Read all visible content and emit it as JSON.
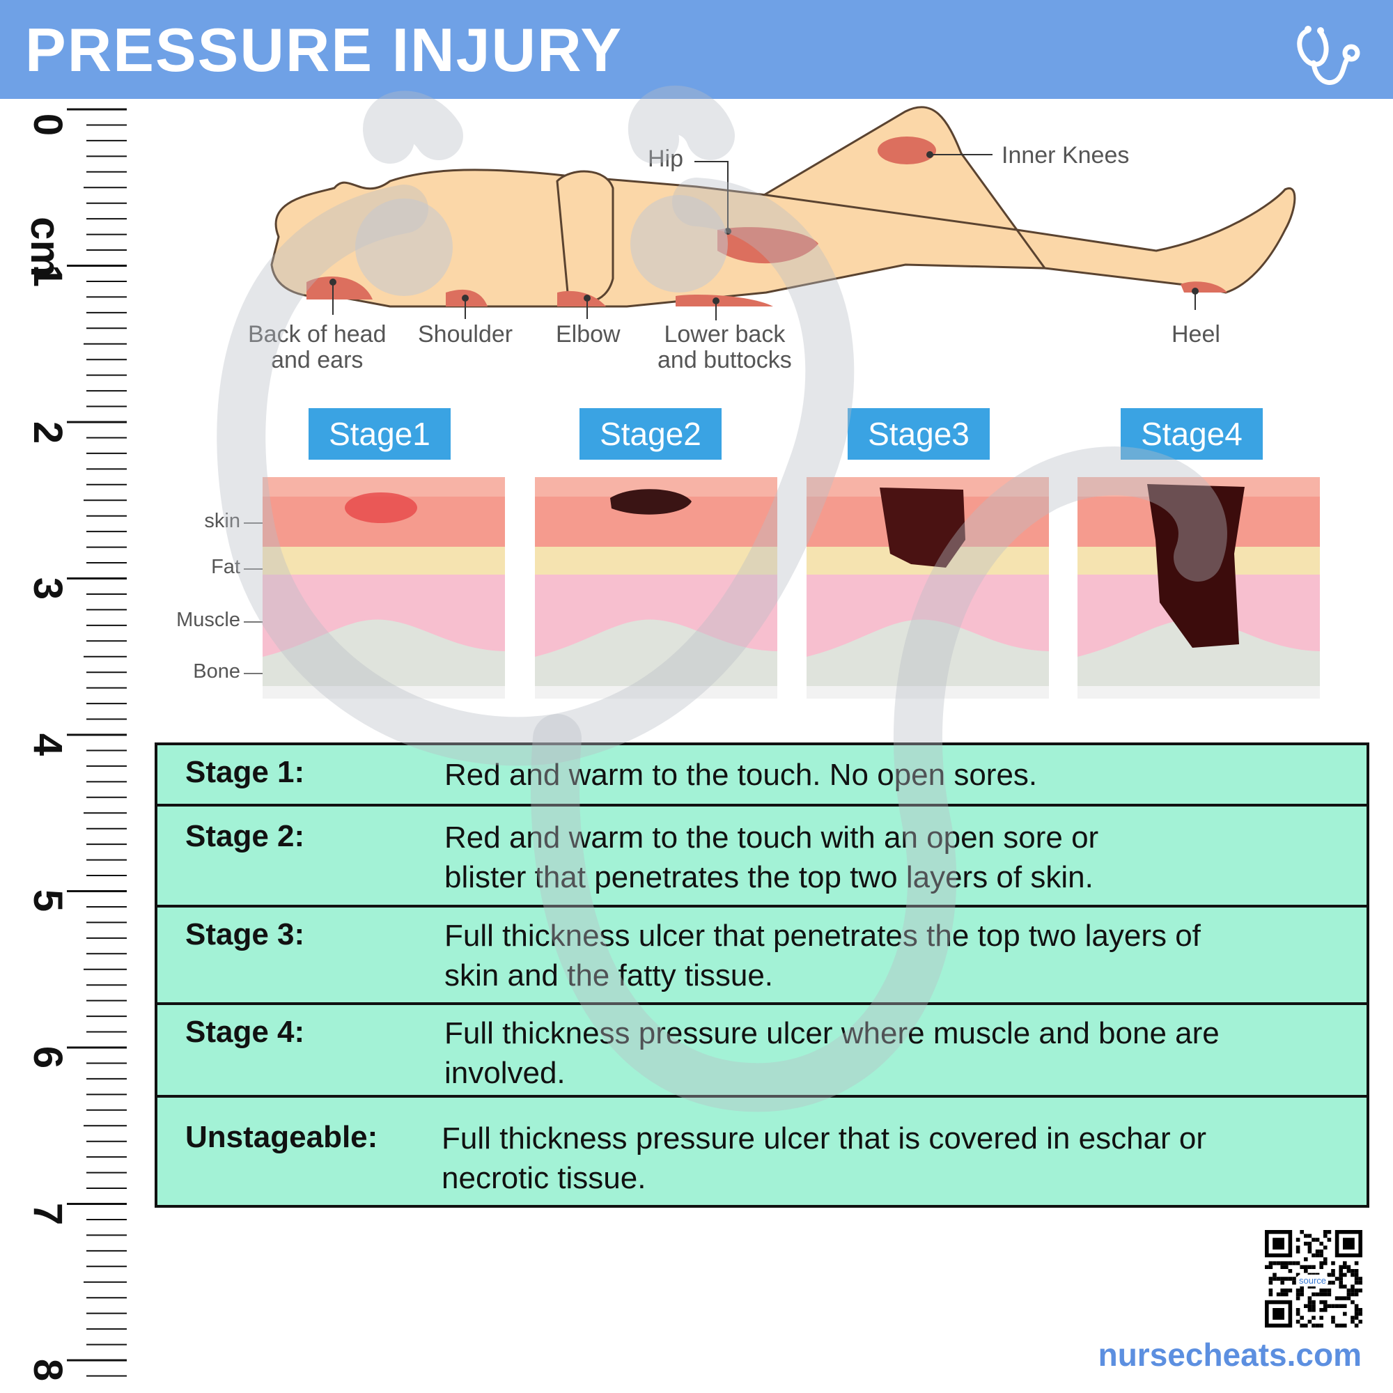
{
  "header": {
    "title": "PRESSURE INJURY",
    "logo_icon": "stethoscope-icon"
  },
  "ruler": {
    "unit": "cm",
    "numbers": [
      "0",
      "1",
      "2",
      "3",
      "4",
      "5",
      "6",
      "7",
      "8"
    ]
  },
  "body_sites": {
    "hip": "Hip",
    "inner_knees": "Inner Knees",
    "back_of_head_1": "Back of head",
    "back_of_head_2": "and ears",
    "shoulder": "Shoulder",
    "elbow": "Elbow",
    "lower_back_1": "Lower back",
    "lower_back_2": "and buttocks",
    "heel": "Heel"
  },
  "stage_tabs": [
    "Stage1",
    "Stage2",
    "Stage3",
    "Stage4"
  ],
  "layers": {
    "skin": "skin",
    "fat": "Fat",
    "muscle": "Muscle",
    "bone": "Bone"
  },
  "stages": [
    {
      "name": "Stage 1:",
      "line1": "Red and warm to the touch. No open sores.",
      "line2": ""
    },
    {
      "name": "Stage 2:",
      "line1": "Red and warm to the touch with an open sore or",
      "line2": "blister that penetrates the top two layers of skin."
    },
    {
      "name": "Stage 3:",
      "line1": "Full thickness ulcer that penetrates the top two layers of",
      "line2": "skin and the fatty tissue."
    },
    {
      "name": "Stage 4:",
      "line1": "Full thickness pressure ulcer where muscle and bone are",
      "line2": "involved."
    },
    {
      "name": "Unstageable:",
      "line1": "Full thickness pressure ulcer that is covered in eschar or",
      "line2": "necrotic tissue."
    }
  ],
  "footer": {
    "url": "nursecheats.com",
    "qr_label": "source"
  },
  "colors": {
    "header": "#6fa1e6",
    "table_bg": "#a3f2d6",
    "tab_bg": "#3aa3e3",
    "url": "#5c8fe0"
  }
}
